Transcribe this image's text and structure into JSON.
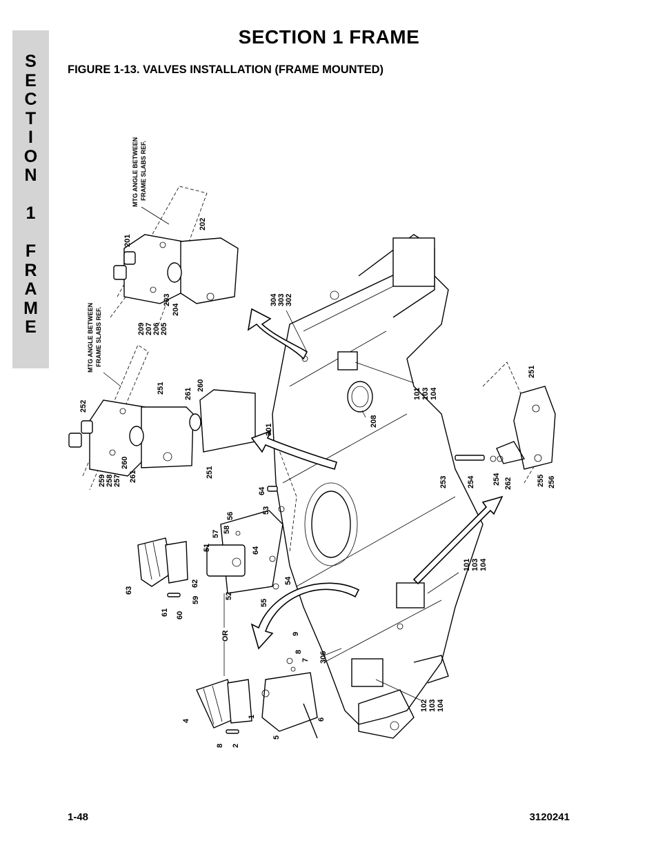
{
  "side_tab": {
    "letters": [
      "S",
      "E",
      "C",
      "T",
      "I",
      "O",
      "N",
      "",
      "1",
      "",
      "F",
      "R",
      "A",
      "M",
      "E"
    ]
  },
  "header": {
    "title": "SECTION 1  FRAME",
    "figure_title": "FIGURE 1-13.  VALVES INSTALLATION (FRAME MOUNTED)"
  },
  "footer": {
    "page_number": "1-48",
    "doc_number": "3120241"
  },
  "figure": {
    "refs": {
      "mtg_upper": [
        "MTG ANGLE BETWEEN",
        "FRAME SLABS REF."
      ],
      "mtg_lower": [
        "MTG ANGLE BETWEEN",
        "FRAME SLABS REF."
      ]
    },
    "or_label": "OR",
    "callouts": {
      "c201": "201",
      "c202": "202",
      "c203": "203",
      "c204": "204",
      "c209": "209",
      "c207": "207",
      "c206": "206",
      "c205": "205",
      "c304": "304",
      "c303": "303",
      "c302": "302",
      "c252": "252",
      "c251a": "251",
      "c261a": "261",
      "c260a": "260",
      "c259": "259",
      "c258": "258",
      "c257": "257",
      "c260b": "260",
      "c261b": "261",
      "c251b": "251",
      "c301": "301",
      "c208": "208",
      "c101a": "101",
      "c103a": "103",
      "c104a": "104",
      "c251c": "251",
      "c253": "253",
      "c254a": "254",
      "c254b": "254",
      "c262": "262",
      "c255": "255",
      "c256": "256",
      "c64a": "64",
      "c53": "53",
      "c56": "56",
      "c58": "58",
      "c57": "57",
      "c51": "51",
      "c64b": "64",
      "c63": "63",
      "c62": "62",
      "c54": "54",
      "c55": "55",
      "c52": "52",
      "c59": "59",
      "c61": "61",
      "c60": "60",
      "c101b": "101",
      "c103b": "103",
      "c104b": "104",
      "c9": "9",
      "c8a": "8",
      "c7": "7",
      "c306": "306",
      "c4": "4",
      "c1": "1",
      "c5": "5",
      "c6": "6",
      "c8b": "8",
      "c2": "2",
      "c102": "102",
      "c103c": "103",
      "c104c": "104"
    }
  }
}
